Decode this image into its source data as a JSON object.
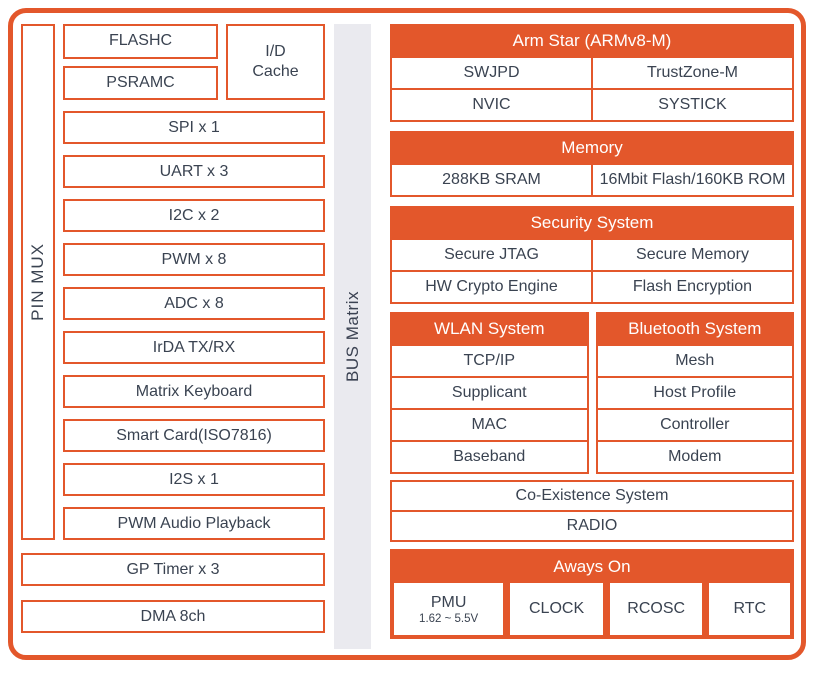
{
  "palette": {
    "orange": "#e3572b",
    "text_dark": "#3a4351",
    "bus_bar_bg": "#eaeaef",
    "header_text": "#ffffff"
  },
  "left": {
    "pin_mux_label": "PIN MUX",
    "flashc": "FLASHC",
    "psramc": "PSRAMC",
    "id_cache": "I/D Cache",
    "peripherals": [
      "SPI x 1",
      "UART x 3",
      "I2C x 2",
      "PWM x 8",
      "ADC x 8",
      "IrDA TX/RX",
      "Matrix Keyboard",
      "Smart Card(ISO7816)",
      "I2S x 1",
      "PWM Audio Playback"
    ],
    "gp_timer": "GP Timer x 3",
    "dma": "DMA 8ch"
  },
  "bus_matrix_label": "BUS Matrix",
  "right": {
    "arm": {
      "title": "Arm Star (ARMv8-M)",
      "cells": [
        "SWJPD",
        "TrustZone-M",
        "NVIC",
        "SYSTICK"
      ]
    },
    "memory": {
      "title": "Memory",
      "cells": [
        "288KB SRAM",
        "16Mbit Flash/160KB ROM"
      ]
    },
    "security": {
      "title": "Security System",
      "cells": [
        "Secure JTAG",
        "Secure Memory",
        "HW Crypto Engine",
        "Flash Encryption"
      ]
    },
    "wlan": {
      "title": "WLAN System",
      "items": [
        "TCP/IP",
        "Supplicant",
        "MAC",
        "Baseband"
      ]
    },
    "bluetooth": {
      "title": "Bluetooth System",
      "items": [
        "Mesh",
        "Host Profile",
        "Controller",
        "Modem"
      ]
    },
    "coexistence": {
      "rows": [
        "Co-Existence System",
        "RADIO"
      ]
    },
    "always_on": {
      "title": "Aways On",
      "pmu_label": "PMU",
      "pmu_sub": "1.62 ~ 5.5V",
      "clock": "CLOCK",
      "rcosc": "RCOSC",
      "rtc": "RTC"
    }
  }
}
